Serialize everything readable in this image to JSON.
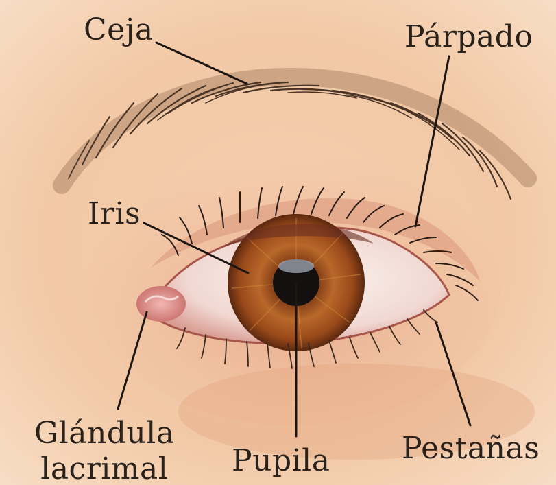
{
  "labels": {
    "eyebrow": "Ceja",
    "eyelid": "Párpado",
    "iris": "Iris",
    "lacrimal_line1": "Glándula",
    "lacrimal_line2": "lacrimal",
    "pupil": "Pupila",
    "eyelashes": "Pestañas"
  },
  "colors": {
    "skin": "#f2c6a4",
    "iris": "#a0521e",
    "pupil": "#141010",
    "leader_lines": "#1c1510",
    "text": "#2a211b"
  }
}
